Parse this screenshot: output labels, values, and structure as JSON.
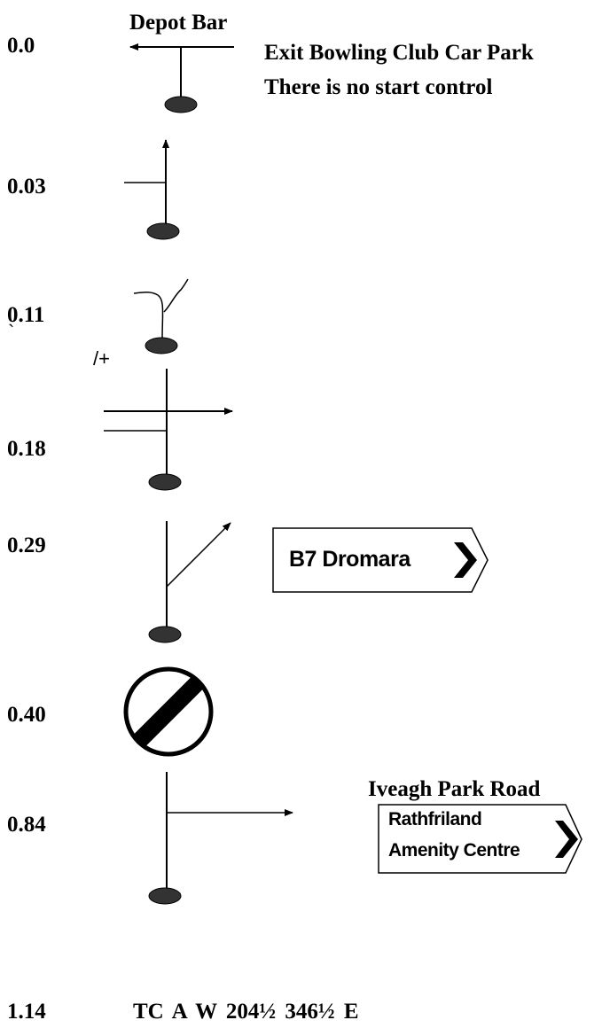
{
  "header": {
    "depot_label": "Depot Bar"
  },
  "steps": [
    {
      "distance": "0.0",
      "notes": [
        "Exit Bowling Club Car Park",
        "There is no start control"
      ]
    },
    {
      "distance": "0.03"
    },
    {
      "distance": "0.11",
      "mark": "`",
      "annotation": "/+"
    },
    {
      "distance": "0.18"
    },
    {
      "distance": "0.29",
      "sign": {
        "lines": [
          "B7 Dromara"
        ]
      }
    },
    {
      "distance": "0.40",
      "symbol": "national-speed-limit-sign"
    },
    {
      "distance": "0.84",
      "road_name": "Iveagh Park Road",
      "sign": {
        "lines": [
          "Rathfriland",
          "Amenity Centre"
        ]
      }
    }
  ],
  "time_control": {
    "distance": "1.14",
    "text": "TC A   W   204½   346½   E"
  },
  "colors": {
    "ink": "#000000",
    "dot_fill": "#333333",
    "page": "#ffffff"
  }
}
